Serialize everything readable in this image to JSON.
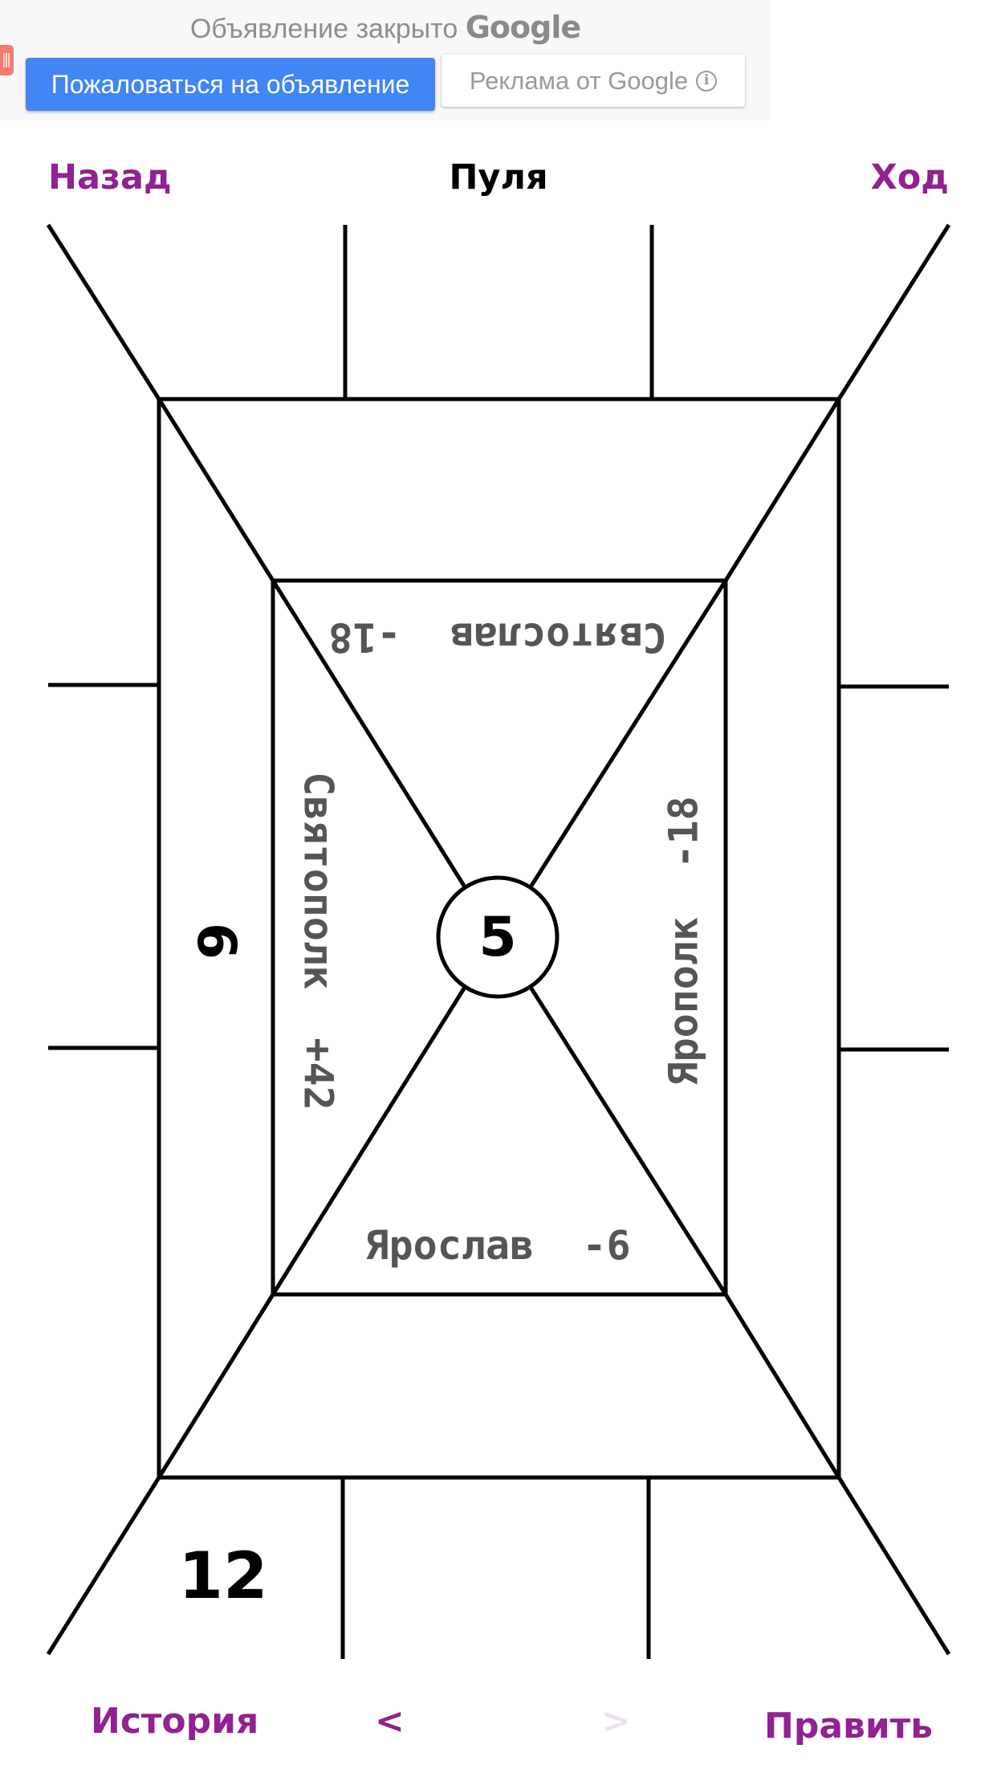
{
  "ad": {
    "title_text": "Объявление закрыто",
    "title_brand": "Google",
    "report_button": "Пожаловаться на объявление",
    "ads_by_label": "Реклама от Google",
    "info_icon": "i",
    "colors": {
      "report_bg": "#4285f4",
      "tab": "#f47c6e",
      "bg": "#f8f8f8"
    }
  },
  "header": {
    "back_label": "Назад",
    "title": "Пуля",
    "move_label": "Ход",
    "link_color": "#922191"
  },
  "board": {
    "center_value": "5",
    "left_column_value": "6",
    "bottom_left_value": "12",
    "players": {
      "top": {
        "name": "Святослав",
        "score": "-18",
        "label": "Святослав  -18"
      },
      "left": {
        "name": "Святополк",
        "score": "+42",
        "label": "Святополк  +42"
      },
      "right": {
        "name": "Ярополк",
        "score": "-18",
        "label": "Ярополк  -18"
      },
      "bottom": {
        "name": "Ярослав",
        "score": "-6",
        "label": "Ярослав  -6"
      }
    },
    "text_color": "#555555",
    "line_color": "#000000"
  },
  "footer": {
    "history_label": "История",
    "prev_label": "<",
    "next_label": ">",
    "edit_label": "Править"
  }
}
